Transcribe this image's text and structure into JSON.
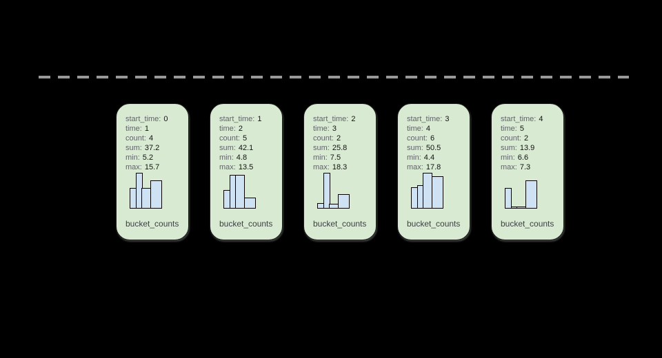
{
  "colors": {
    "bg": "#000000",
    "card_bg": "#d9ead3",
    "card_border": "#1b1b1b",
    "bar_fill": "#cfe2f3",
    "bar_border": "#000000",
    "divider": "#999999",
    "label_color": "#5f6368",
    "value_color": "#111111",
    "caption_color": "#3c4043"
  },
  "divider": {
    "style": "dashed",
    "color": "#999999"
  },
  "histogram_style": {
    "bar_widths": [
      10,
      10,
      14,
      17
    ],
    "max_height": 52
  },
  "cards": [
    {
      "stats": [
        {
          "label": "start_time:",
          "value": "0"
        },
        {
          "label": "time:",
          "value": "1"
        },
        {
          "label": "count:",
          "value": "4"
        },
        {
          "label": "sum:",
          "value": "37.2"
        },
        {
          "label": "min:",
          "value": "5.2"
        },
        {
          "label": "max:",
          "value": "15.7"
        }
      ],
      "histogram": [
        30,
        52,
        30,
        41
      ],
      "caption": "bucket_counts"
    },
    {
      "stats": [
        {
          "label": "start_time:",
          "value": "1"
        },
        {
          "label": "time:",
          "value": "2"
        },
        {
          "label": "count:",
          "value": "5"
        },
        {
          "label": "sum:",
          "value": "42.1"
        },
        {
          "label": "min:",
          "value": "4.8"
        },
        {
          "label": "max:",
          "value": "13.5"
        }
      ],
      "histogram": [
        27,
        49,
        49,
        16
      ],
      "caption": "bucket_counts"
    },
    {
      "stats": [
        {
          "label": "start_time:",
          "value": "2"
        },
        {
          "label": "time:",
          "value": "3"
        },
        {
          "label": "count:",
          "value": "2"
        },
        {
          "label": "sum:",
          "value": "25.8"
        },
        {
          "label": "min:",
          "value": "7.5"
        },
        {
          "label": "max:",
          "value": "18.3"
        }
      ],
      "histogram": [
        8,
        52,
        7,
        21
      ],
      "caption": "bucket_counts"
    },
    {
      "stats": [
        {
          "label": "start_time:",
          "value": "3"
        },
        {
          "label": "time:",
          "value": "4"
        },
        {
          "label": "count:",
          "value": "6"
        },
        {
          "label": "sum:",
          "value": "50.5"
        },
        {
          "label": "min:",
          "value": "4.4"
        },
        {
          "label": "max:",
          "value": "17.8"
        }
      ],
      "histogram": [
        31,
        34,
        52,
        47
      ],
      "caption": "bucket_counts"
    },
    {
      "stats": [
        {
          "label": "start_time:",
          "value": "4"
        },
        {
          "label": "time:",
          "value": "5"
        },
        {
          "label": "count:",
          "value": "2"
        },
        {
          "label": "sum:",
          "value": "13.9"
        },
        {
          "label": "min:",
          "value": "6.6"
        },
        {
          "label": "max:",
          "value": "7.3"
        }
      ],
      "histogram": [
        30,
        3,
        3,
        41
      ],
      "caption": "bucket_counts"
    }
  ]
}
